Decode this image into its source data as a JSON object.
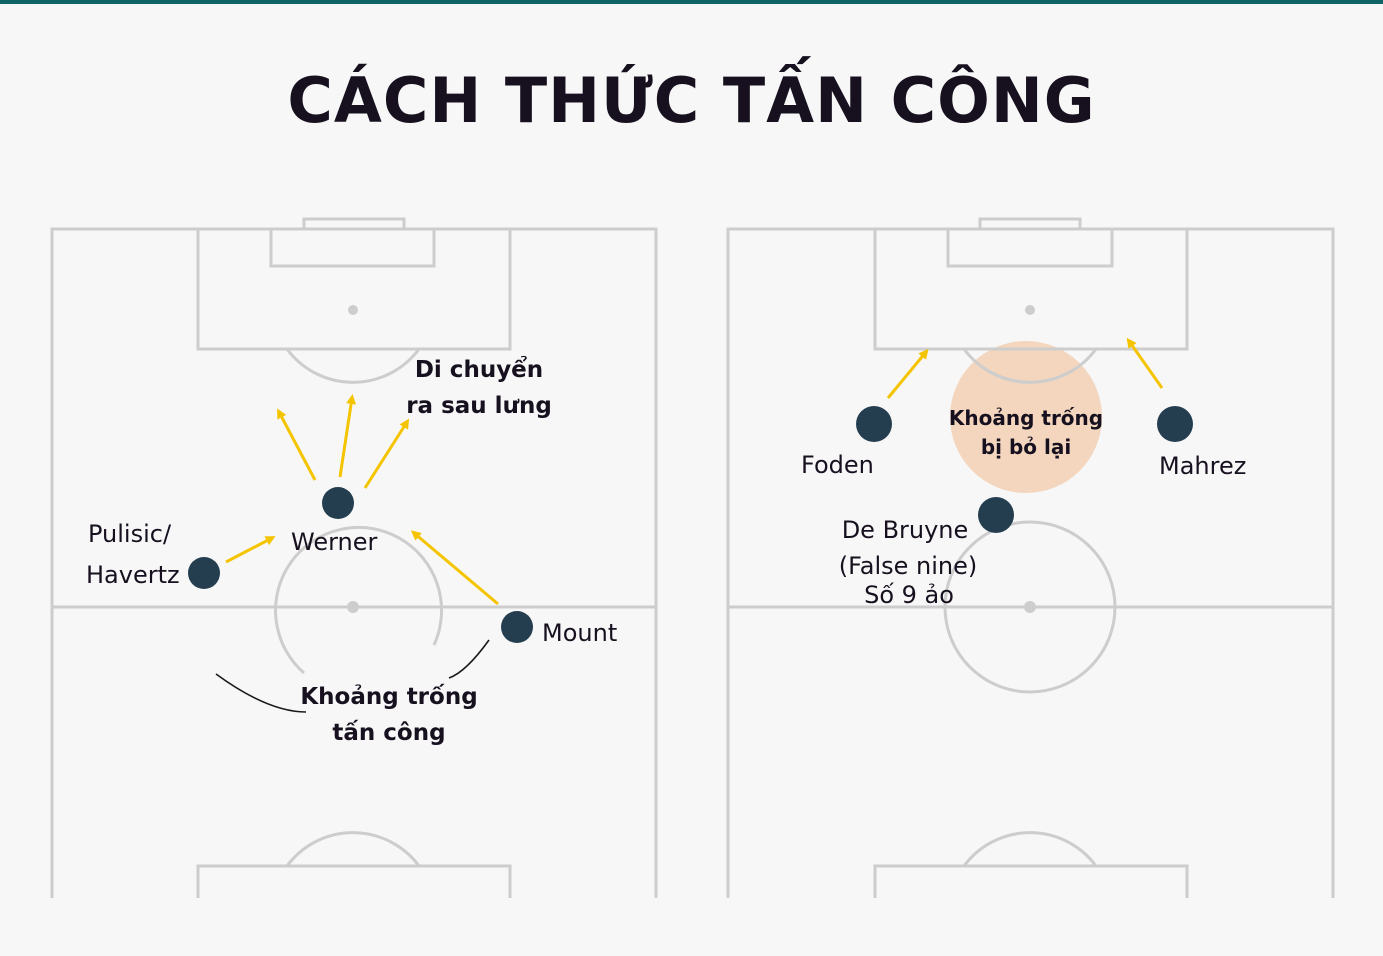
{
  "title": "CÁCH THỨC TẤN CÔNG",
  "colors": {
    "accent_bar": "#0f6468",
    "pitch_lines": "#cdcdcd",
    "player": "#243e50",
    "arrow": "#f5c400",
    "space_highlight": "#f3d6bd"
  },
  "left_pitch": {
    "players": {
      "werner": "Werner",
      "pulisic_line1": "Pulisic/",
      "pulisic_line2": "Havertz",
      "mount": "Mount"
    },
    "run_label": {
      "line1": "Di chuyển",
      "line2": "ra sau lưng"
    },
    "space_label": {
      "line1": "Khoảng trống",
      "line2": "tấn công"
    }
  },
  "right_pitch": {
    "players": {
      "foden": "Foden",
      "mahrez": "Mahrez",
      "debruyne_line1": "De Bruyne",
      "debruyne_line2": "(False nine)",
      "debruyne_line3": "Số 9 ảo"
    },
    "space_label": {
      "line1": "Khoảng trống",
      "line2": "bị bỏ lại"
    }
  }
}
